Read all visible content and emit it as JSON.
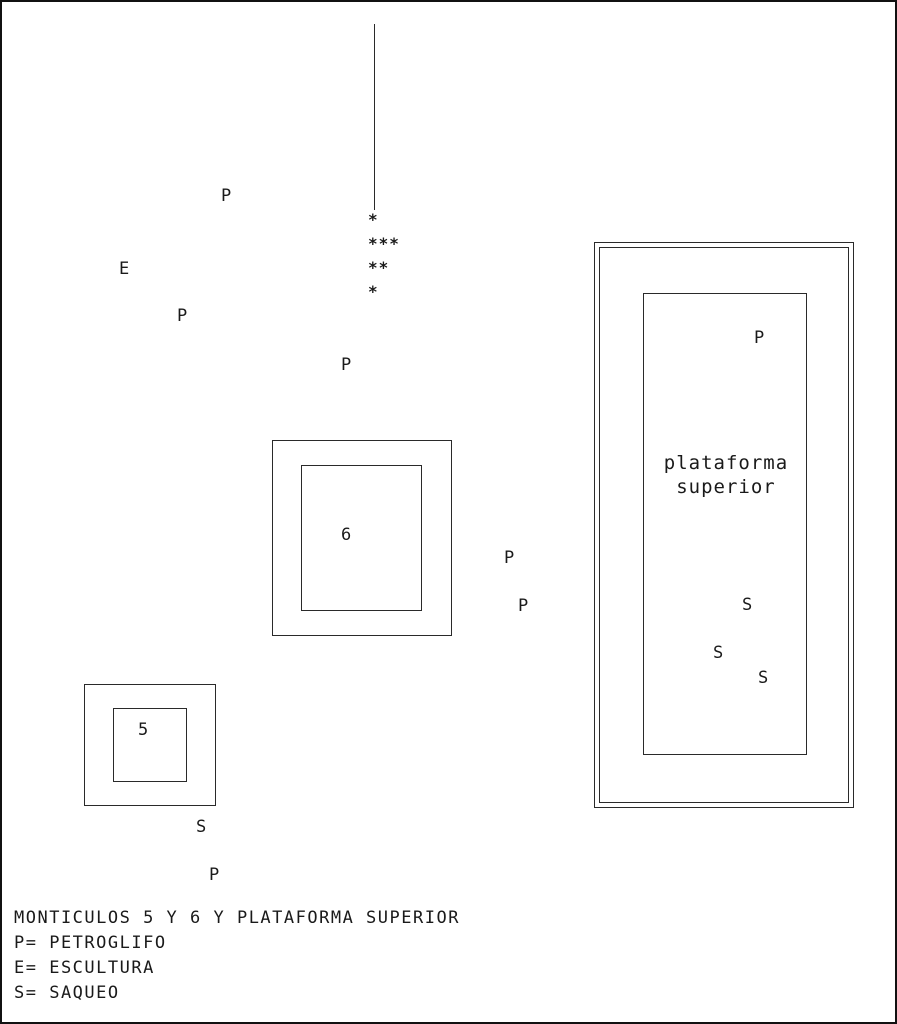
{
  "markers": {
    "petroglifo": "P",
    "escultura": "E",
    "saqueo": "S"
  },
  "north_marker": {
    "rows": [
      "*",
      "***",
      "**",
      "*"
    ]
  },
  "mounds": {
    "mound_6": {
      "label": "6"
    },
    "mound_5": {
      "label": "5"
    },
    "platform": {
      "label_line1": "plataforma",
      "label_line2": "superior"
    }
  },
  "legend": {
    "title": "MONTICULOS 5 Y 6 Y PLATAFORMA SUPERIOR",
    "p_entry": "P= PETROGLIFO",
    "e_entry": "E= ESCULTURA",
    "s_entry": "S= SAQUEO"
  }
}
